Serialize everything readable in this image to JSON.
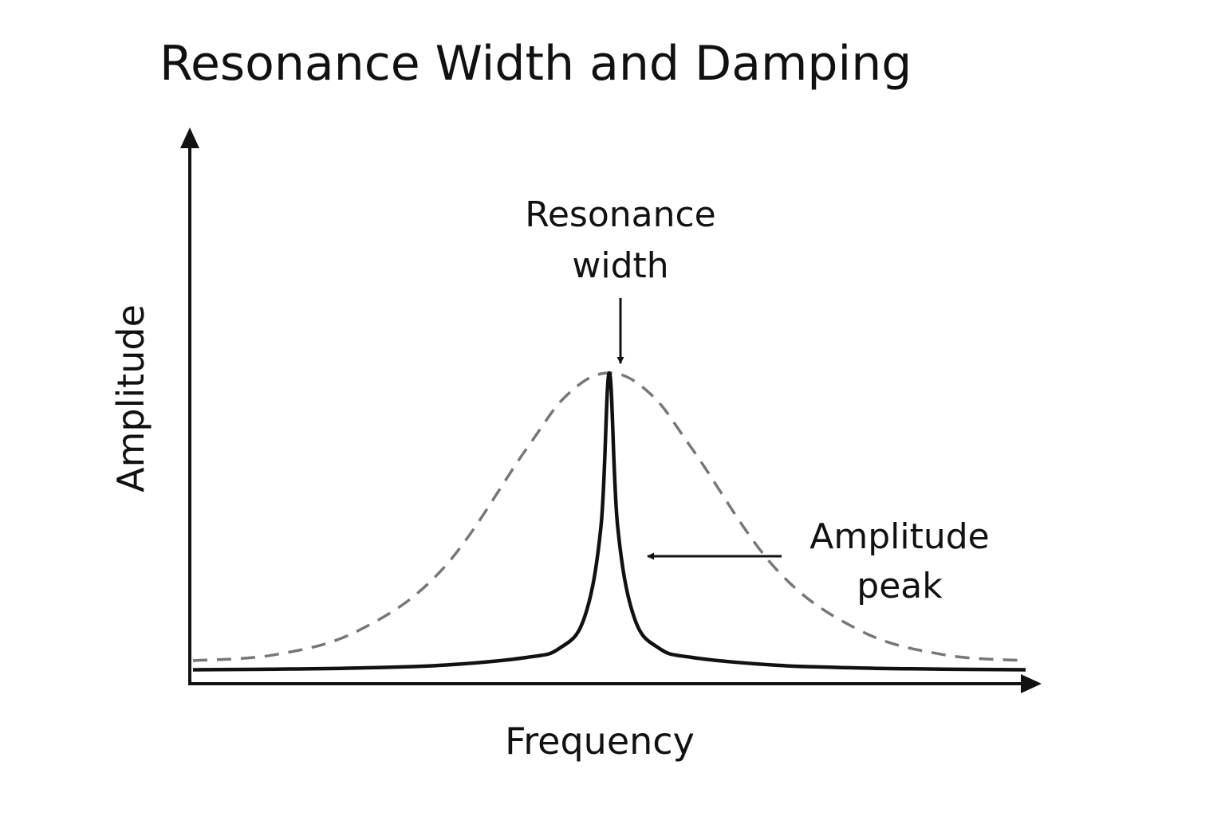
{
  "chart_data": {
    "type": "line",
    "title": "Resonance Width and Damping",
    "xlabel": "Frequency",
    "ylabel": "Amplitude",
    "grid": false,
    "xlim": [
      0,
      1
    ],
    "ylim": [
      0,
      1
    ],
    "series": [
      {
        "style": "solid",
        "color": "#111111",
        "x": [
          0.0,
          0.1,
          0.2,
          0.3,
          0.4,
          0.44,
          0.47,
          0.49,
          0.5,
          0.51,
          0.53,
          0.56,
          0.6,
          0.7,
          0.8,
          0.9,
          1.0
        ],
        "values": [
          0.03,
          0.032,
          0.036,
          0.045,
          0.07,
          0.1,
          0.2,
          0.5,
          1.0,
          0.5,
          0.2,
          0.1,
          0.07,
          0.045,
          0.036,
          0.032,
          0.03
        ]
      },
      {
        "style": "dashed",
        "color": "#777777",
        "x": [
          0.0,
          0.1,
          0.2,
          0.3,
          0.4,
          0.45,
          0.5,
          0.55,
          0.6,
          0.7,
          0.8,
          0.9,
          1.0
        ],
        "values": [
          0.06,
          0.08,
          0.16,
          0.36,
          0.75,
          0.93,
          1.0,
          0.93,
          0.75,
          0.36,
          0.16,
          0.08,
          0.06
        ]
      }
    ],
    "annotations": [
      {
        "lines": [
          "Resonance",
          "width"
        ]
      },
      {
        "lines": [
          "Amplitude",
          "peak"
        ]
      }
    ]
  }
}
